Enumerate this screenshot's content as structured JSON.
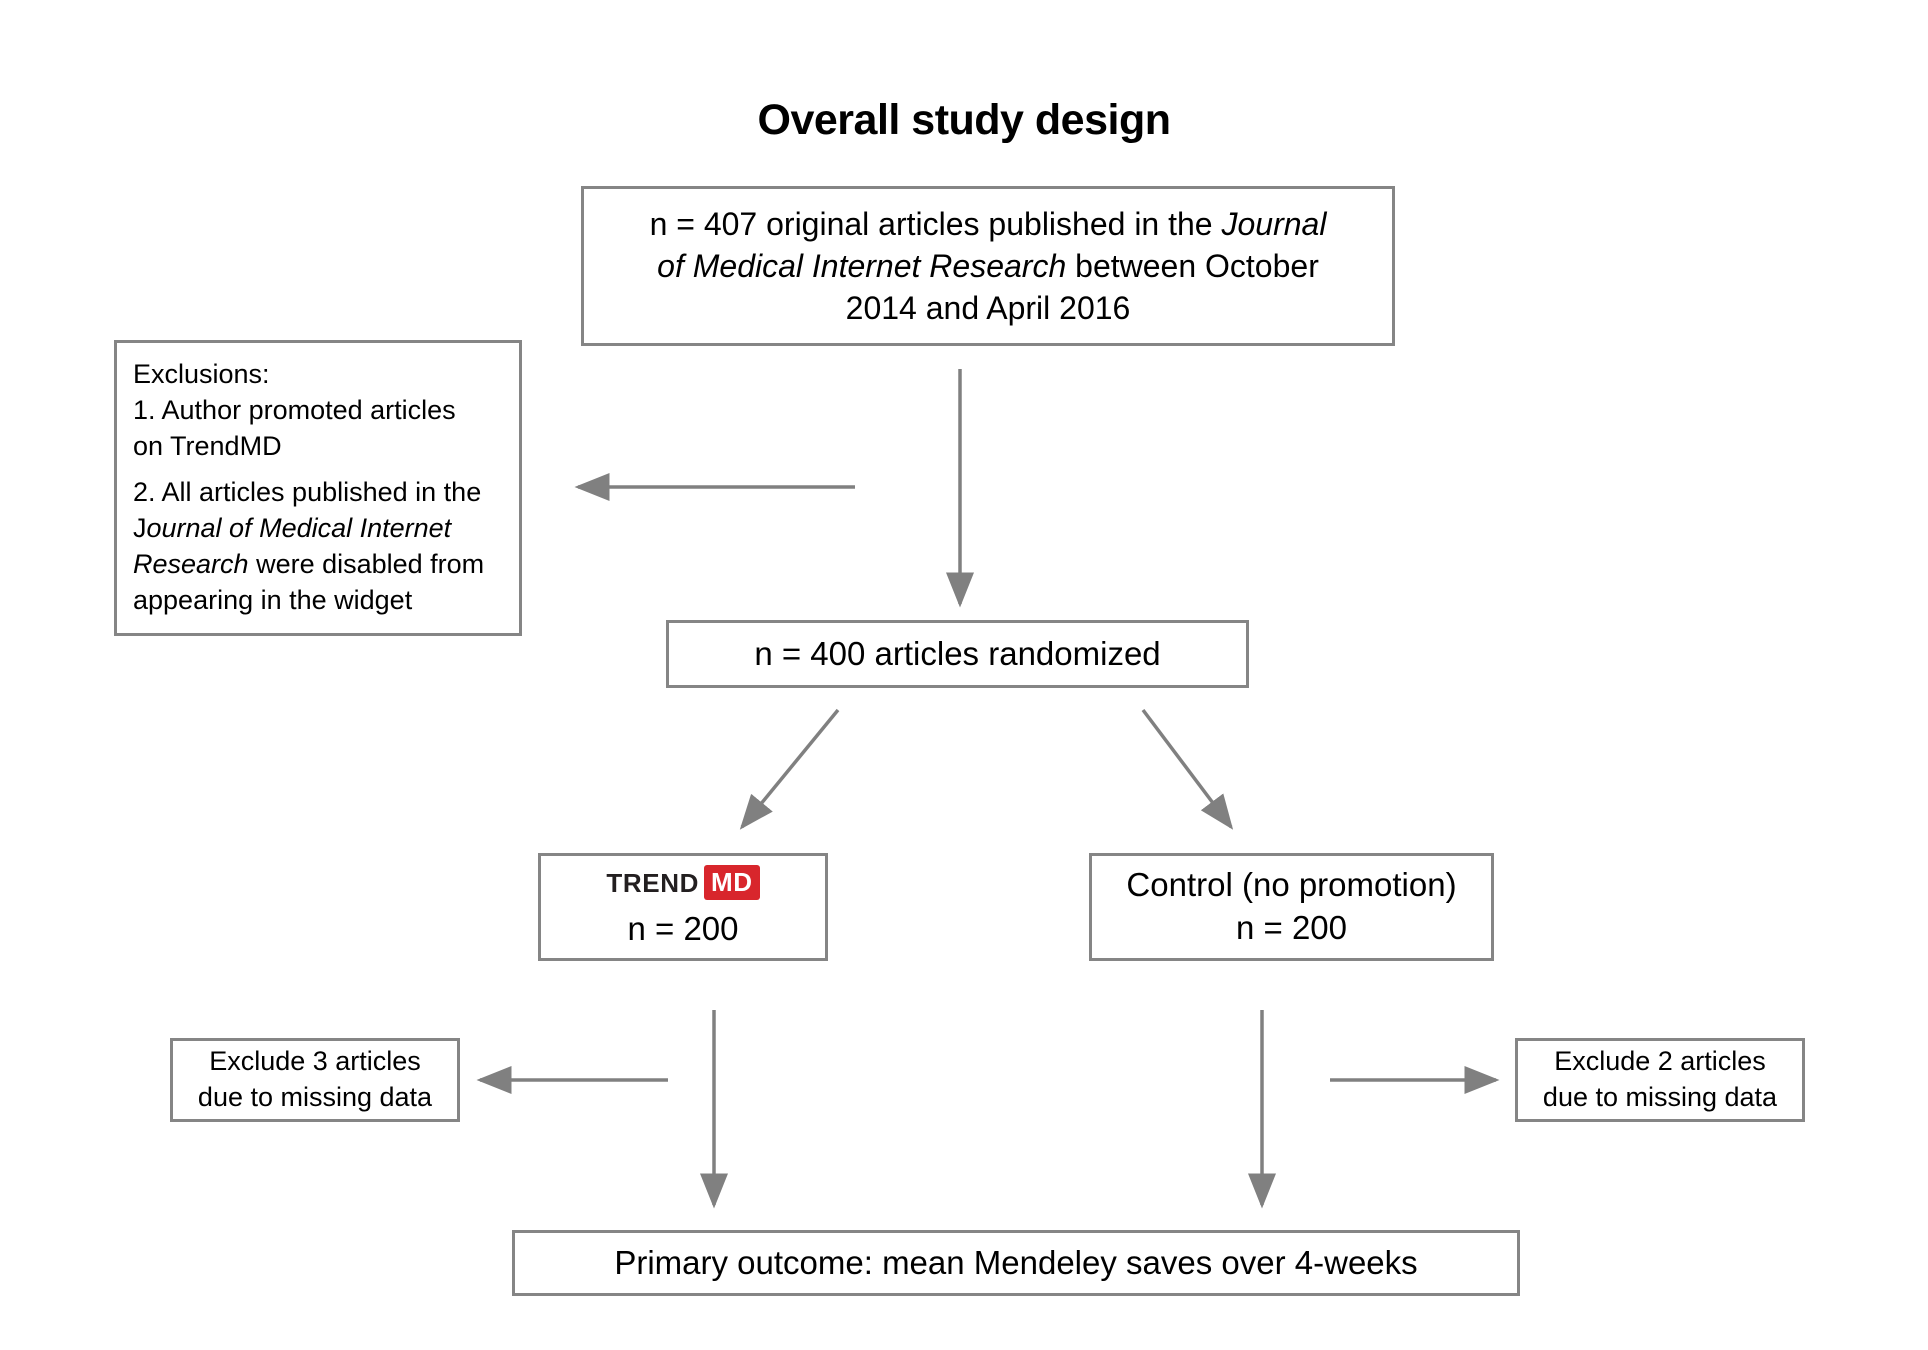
{
  "title": "Overall study design",
  "boxes": {
    "source": {
      "line1_a": "n = 407 original articles published in the ",
      "line1_italic": "Journal",
      "line2_italic": "of Medical Internet Research",
      "line2_b": " between October",
      "line3": "2014 and April 2016"
    },
    "exclusions": {
      "heading": "Exclusions:",
      "item1_line1": "1. Author promoted articles",
      "item1_line2": "on TrendMD",
      "item2_line1": "2. All articles published in the",
      "item2_line2_a": "J",
      "item2_line2_italic": "ournal of Medical Internet",
      "item2_line3_italic": "Research",
      "item2_line3_b": " were disabled from",
      "item2_line4": "appearing in the widget"
    },
    "randomized": {
      "text": "n = 400 articles randomized"
    },
    "trendmd_arm": {
      "logo_word": "TREND",
      "logo_badge": "MD",
      "n_label": "n = 200"
    },
    "control_arm": {
      "title": "Control (no promotion)",
      "n_label": "n = 200"
    },
    "exclude_left": {
      "line1": "Exclude 3 articles",
      "line2": "due to missing data"
    },
    "exclude_right": {
      "line1": "Exclude 2 articles",
      "line2": "due to missing data"
    },
    "primary_outcome": {
      "text": "Primary outcome: mean Mendeley saves over 4-weeks"
    }
  },
  "colors": {
    "border": "#858585",
    "arrow": "#808080",
    "text": "#000000",
    "trendmd_red": "#d8262c",
    "background": "#ffffff"
  },
  "flow": {
    "edges": [
      {
        "from": "source",
        "to": "exclusions",
        "direction": "left"
      },
      {
        "from": "source",
        "to": "randomized",
        "direction": "down"
      },
      {
        "from": "randomized",
        "to": "trendmd_arm",
        "direction": "down-left"
      },
      {
        "from": "randomized",
        "to": "control_arm",
        "direction": "down-right"
      },
      {
        "from": "trendmd_arm",
        "to": "exclude_left",
        "direction": "left"
      },
      {
        "from": "control_arm",
        "to": "exclude_right",
        "direction": "right"
      },
      {
        "from": "trendmd_arm",
        "to": "primary_outcome",
        "direction": "down"
      },
      {
        "from": "control_arm",
        "to": "primary_outcome",
        "direction": "down"
      }
    ]
  }
}
